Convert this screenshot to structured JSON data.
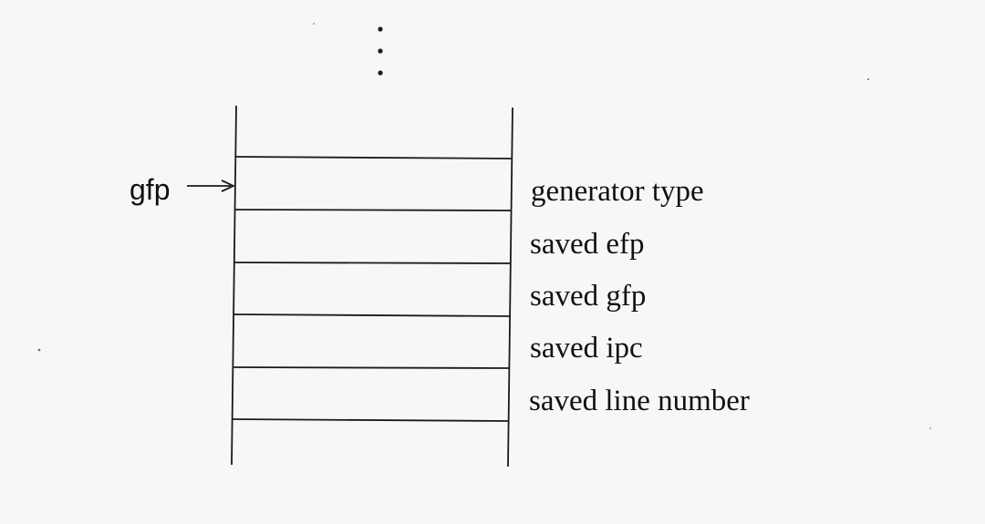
{
  "diagram": {
    "pointer": {
      "label": "gfp",
      "target_slot": 0
    },
    "slots": [
      {
        "label": "generator type"
      },
      {
        "label": "saved efp"
      },
      {
        "label": "saved gfp"
      },
      {
        "label": "saved ipc"
      },
      {
        "label": "saved line number"
      }
    ],
    "continuation": "vertical-ellipsis"
  }
}
